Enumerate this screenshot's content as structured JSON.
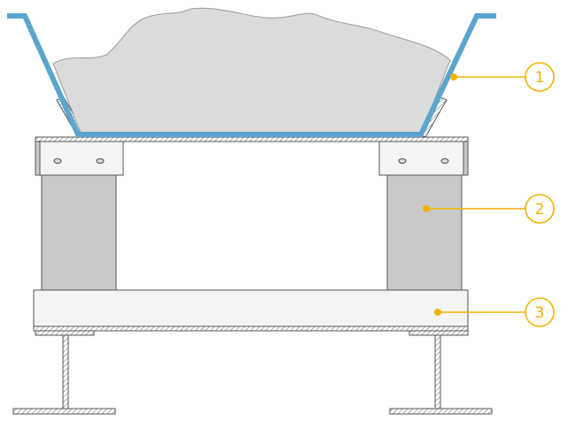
{
  "colors": {
    "background": "#ffffff",
    "trough": "#5aa6cf",
    "material": "#dcdcdc",
    "material_edge": "#9a9a9a",
    "steel_gray": "#c9c9cc",
    "steel_light": "#f4f4f4",
    "outline": "#555555",
    "callout": "#f2b200"
  },
  "callouts": [
    {
      "number": "1"
    },
    {
      "number": "2"
    },
    {
      "number": "3"
    }
  ]
}
